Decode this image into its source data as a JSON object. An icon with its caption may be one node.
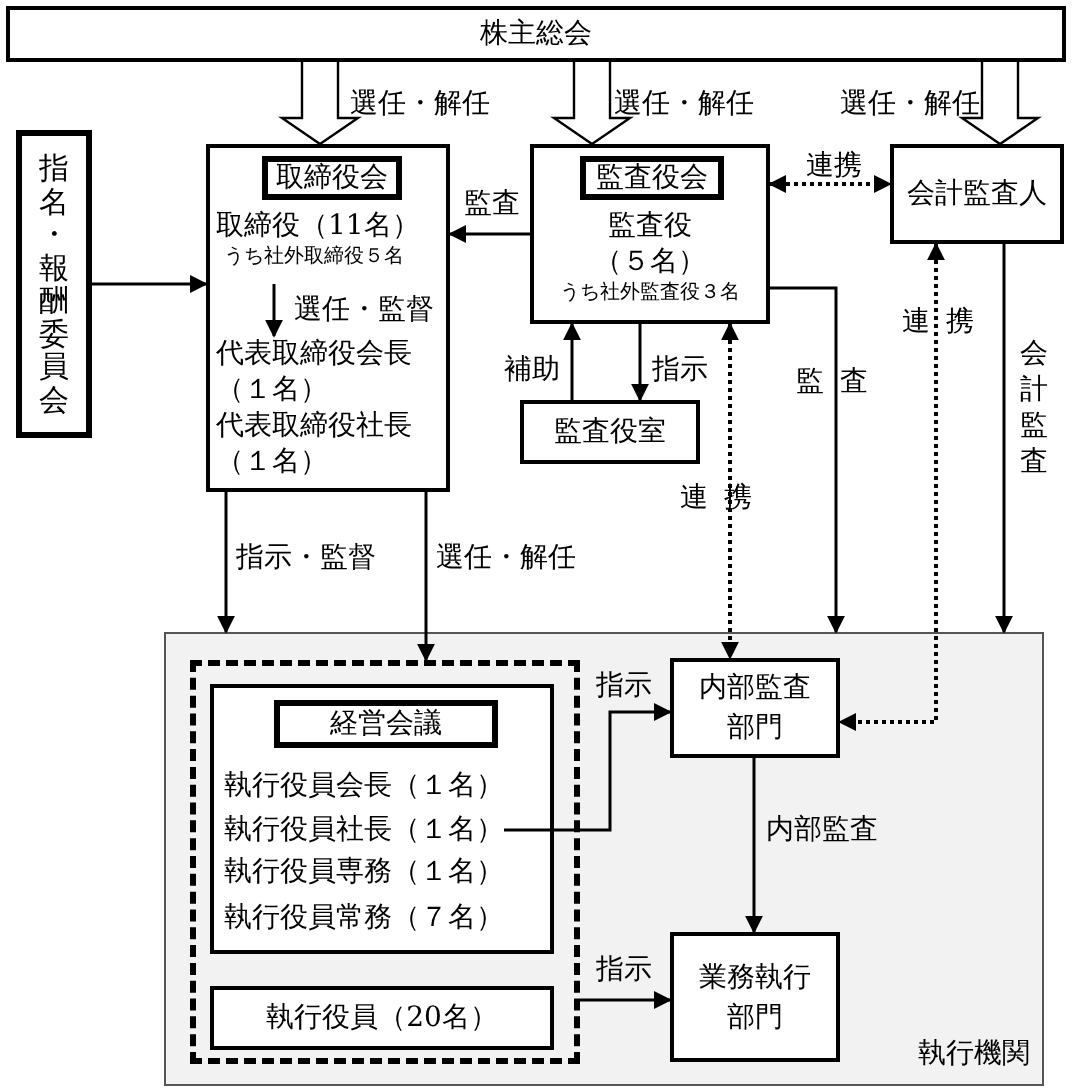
{
  "diagram": {
    "nodes": [
      {
        "text": [
          "株主総会"
        ]
      },
      {
        "text": [
          "指名・報酬委員会"
        ]
      },
      {
        "text": [],
        "shape": "box"
      },
      {
        "text": [
          "取締役会"
        ],
        "in": 2
      },
      {
        "text": [
          "取締役（11名）",
          "うち社外取締役５名"
        ],
        "in": 2
      },
      {
        "text": [
          "代表取締役会長（１名）",
          "代表取締役社長（１名）"
        ],
        "in": 2
      },
      {
        "text": [],
        "shape": "box"
      },
      {
        "text": [
          "監査役会"
        ],
        "in": 6
      },
      {
        "text": [
          "監査役（５名）",
          "うち社外監査役３名"
        ],
        "in": 6
      },
      {
        "text": [
          "会計監査人"
        ]
      },
      {
        "text": [
          "監査役室"
        ]
      },
      {
        "text": [
          "執行機関"
        ]
      },
      {
        "text": [],
        "shape": "box",
        "in": 11
      },
      {
        "text": [],
        "shape": "box",
        "in": 12
      },
      {
        "text": [
          "経営会議"
        ],
        "in": 13
      },
      {
        "text": [
          "執行役員会長（１名）"
        ],
        "in": 13
      },
      {
        "text": [
          "執行役員社長（１名）"
        ],
        "in": 13
      },
      {
        "text": [
          "執行役員専務（１名）"
        ],
        "in": 13
      },
      {
        "text": [
          "執行役員常務（７名）"
        ],
        "in": 13
      },
      {
        "text": [
          "執行役員（20名）"
        ],
        "in": 12
      },
      {
        "text": [
          "内部監査部門"
        ],
        "in": 11
      },
      {
        "text": [
          "業務執行部門"
        ],
        "in": 11
      }
    ],
    "edges": [
      {
        "from": 0,
        "to": 2,
        "arrow": "to",
        "label": "選任・解任",
        "style": "thick"
      },
      {
        "from": 0,
        "to": 6,
        "arrow": "to",
        "label": "選任・解任",
        "style": "thick"
      },
      {
        "from": 0,
        "to": 9,
        "arrow": "to",
        "label": "選任・解任",
        "style": "thick"
      },
      {
        "from": 1,
        "to": 2,
        "arrow": "to"
      },
      {
        "from": 4,
        "to": 5,
        "arrow": "to",
        "label": "選任・監督"
      },
      {
        "from": 6,
        "to": 2,
        "arrow": "to",
        "label": "監査"
      },
      {
        "from": 6,
        "to": 9,
        "arrow": "both",
        "label": "連携",
        "style": "dashed"
      },
      {
        "from": 10,
        "to": 6,
        "arrow": "to",
        "label": "補助"
      },
      {
        "from": 6,
        "to": 10,
        "arrow": "to",
        "label": "指示"
      },
      {
        "from": 2,
        "to": 11,
        "arrow": "to",
        "label": "指示・監督"
      },
      {
        "from": 2,
        "to": 12,
        "arrow": "to",
        "label": "選任・解任"
      },
      {
        "from": 6,
        "to": 11,
        "arrow": "to",
        "label": "監査"
      },
      {
        "from": 9,
        "to": 11,
        "arrow": "to",
        "label": "会計監査"
      },
      {
        "from": 6,
        "to": 20,
        "arrow": "both",
        "label": "連携",
        "style": "dashed"
      },
      {
        "from": 9,
        "to": 20,
        "arrow": "both",
        "label": "連携",
        "style": "dashed"
      },
      {
        "from": 16,
        "to": 20,
        "arrow": "to",
        "label": "指示"
      },
      {
        "from": 20,
        "to": 21,
        "arrow": "to",
        "label": "内部監査"
      },
      {
        "from": 12,
        "to": 21,
        "arrow": "to",
        "label": "指示"
      }
    ]
  }
}
